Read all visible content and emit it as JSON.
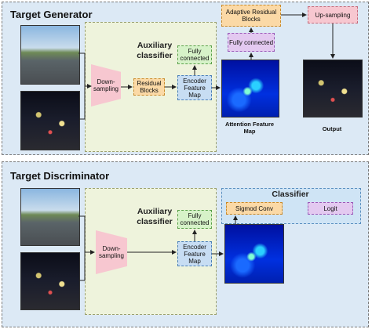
{
  "generator": {
    "title": "Target Generator",
    "auxiliary_label": "Auxiliary classifier",
    "downsampling": "Down-sampling",
    "residual": "Residual Blocks",
    "encoder": "Encoder Feature Map",
    "fully_connected_aux": "Fully connected",
    "adaptive_residual": "Adaptive Residual Blocks",
    "fully_connected_top": "Fully connected",
    "upsampling": "Up-sampling",
    "attention_caption": "Attention Feature Map",
    "output_caption": "Output"
  },
  "discriminator": {
    "title": "Target Discriminator",
    "auxiliary_label": "Auxiliary classifier",
    "downsampling": "Down-sampling",
    "encoder": "Encoder Feature Map",
    "fully_connected": "Fully connected",
    "classifier_title": "Classifier",
    "sigmoid": "Sigmod Conv",
    "logit": "Logit"
  }
}
